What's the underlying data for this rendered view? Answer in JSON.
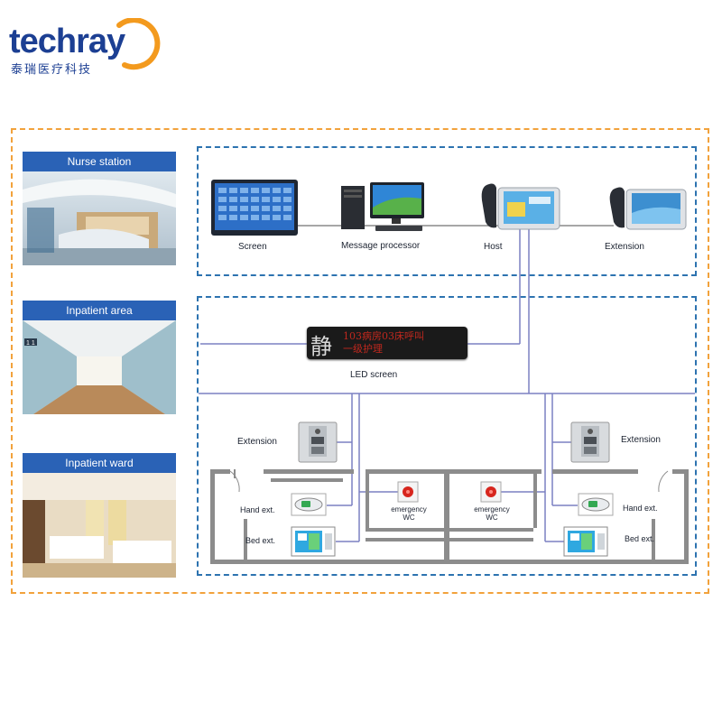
{
  "logo": {
    "brand": "techray",
    "subtitle_cn": "泰瑞医疗科技"
  },
  "side_panels": [
    {
      "title": "Nurse station"
    },
    {
      "title": "Inpatient area"
    },
    {
      "title": "Inpatient ward"
    }
  ],
  "devices": {
    "screen": "Screen",
    "message_processor": "Message processor",
    "host": "Host",
    "extension_top": "Extension"
  },
  "led": {
    "static_char": "静",
    "line1": "103病房03床呼叫",
    "line2": "一级护理",
    "label": "LED screen"
  },
  "ward": {
    "extension_left": "Extension",
    "extension_right": "Extension",
    "hand_ext_left": "Hand ext.",
    "hand_ext_right": "Hand ext.",
    "bed_ext_left": "Bed ext.",
    "bed_ext_right": "Bed ext.",
    "emergency_left_1": "emergency",
    "emergency_left_2": "WC",
    "emergency_right_1": "emergency",
    "emergency_right_2": "WC"
  },
  "colors": {
    "brand_blue": "#1c3f93",
    "brand_orange": "#f39a1e",
    "frame_orange": "#f2a23c",
    "box_blue": "#2d73b0",
    "line_purple": "#7b80c2",
    "banner_blue": "#2a62b6"
  }
}
